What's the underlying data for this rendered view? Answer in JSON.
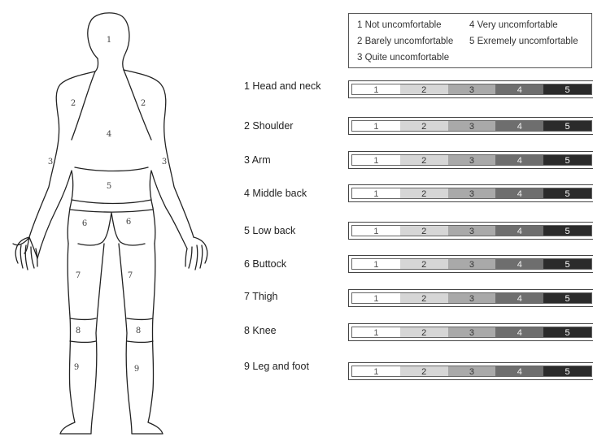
{
  "legend": {
    "items": [
      "1 Not uncomfortable",
      "4 Very uncomfortable",
      "2 Barely uncomfortable",
      "5  Exremely uncomfortable",
      "3 Quite uncomfortable"
    ]
  },
  "scale": {
    "levels": [
      "1",
      "2",
      "3",
      "4",
      "5"
    ],
    "colors": [
      "#ffffff",
      "#d6d6d6",
      "#a9a9a9",
      "#6e6e6e",
      "#2b2b2b"
    ],
    "text_colors": [
      "#555555",
      "#333333",
      "#333333",
      "#f2f2f2",
      "#ffffff"
    ]
  },
  "body_parts": [
    "1 Head and neck",
    "2 Shoulder",
    "3 Arm",
    "4 Middle back",
    "5 Low back",
    "6 Buttock",
    "7 Thigh",
    "8 Knee",
    "9 Leg and foot"
  ],
  "region_numbers": [
    "1",
    "2",
    "2",
    "4",
    "3",
    "3",
    "5",
    "6",
    "6",
    "7",
    "7",
    "8",
    "8",
    "9",
    "9"
  ]
}
